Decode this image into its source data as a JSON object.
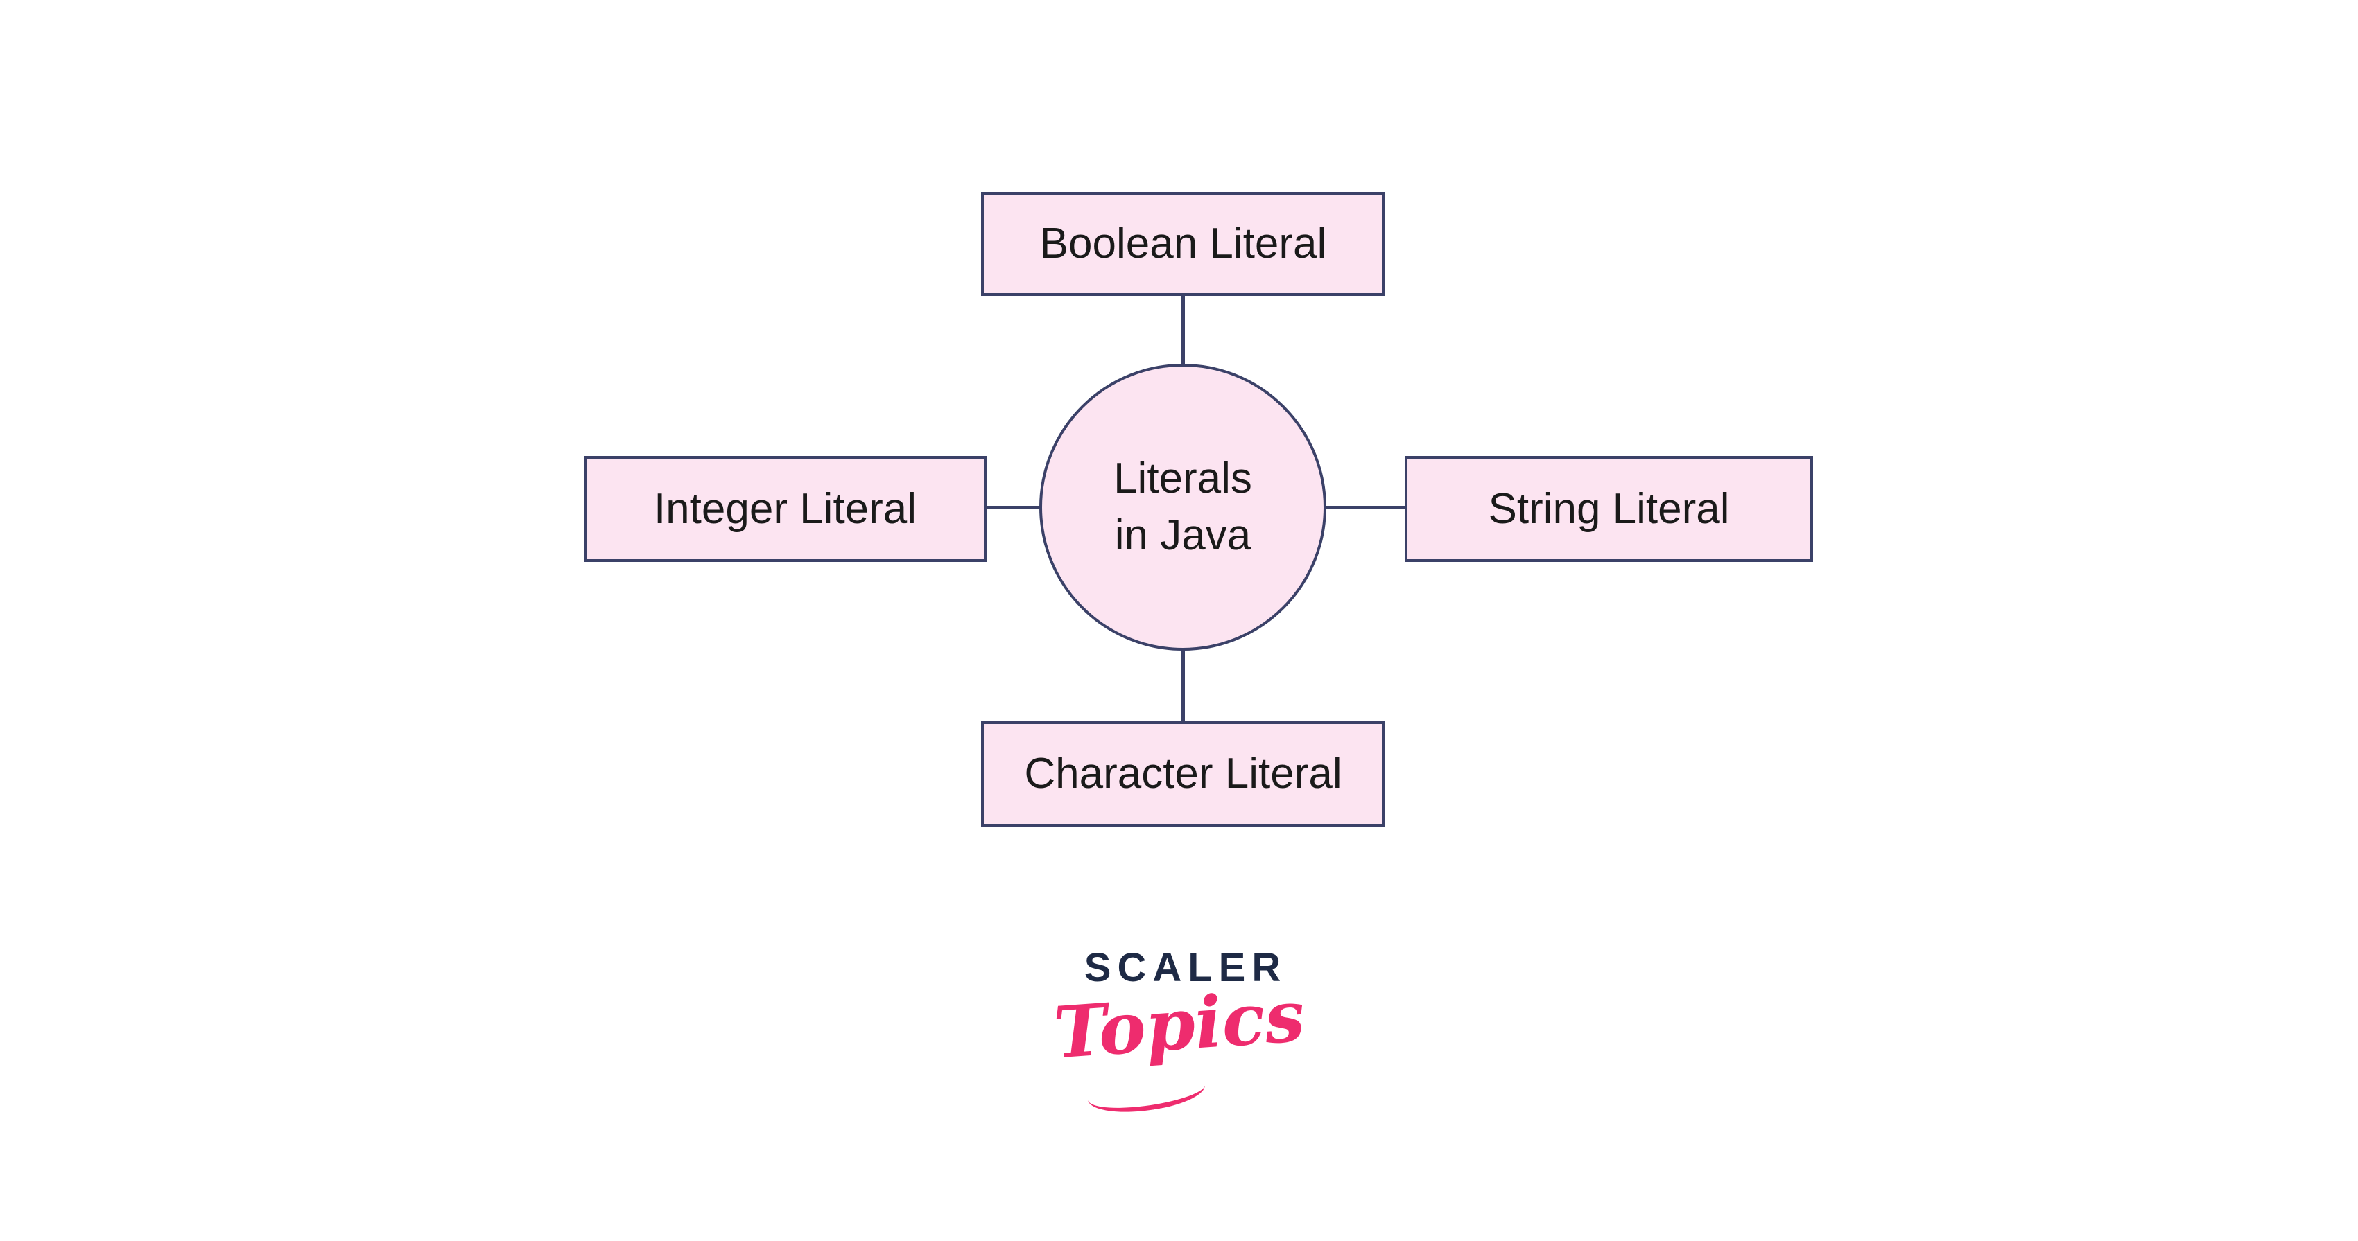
{
  "diagram": {
    "title": "Literals in Java concept map",
    "center": {
      "line1": "Literals",
      "line2": "in Java"
    },
    "nodes": [
      {
        "id": "boolean",
        "label": "Boolean Literal",
        "position": "top"
      },
      {
        "id": "integer",
        "label": "Integer Literal",
        "position": "left"
      },
      {
        "id": "string",
        "label": "String Literal",
        "position": "right"
      },
      {
        "id": "character",
        "label": "Character Literal",
        "position": "bottom"
      }
    ],
    "colors": {
      "node_fill": "#fce4f1",
      "node_border": "#3b4168",
      "connector": "#3b4168",
      "text": "#1a1a1a",
      "background": "#ffffff"
    }
  },
  "logo": {
    "brand": "SCALER",
    "sub": "Topics",
    "brand_color": "#1e2a45",
    "sub_color": "#ee2c6e"
  }
}
